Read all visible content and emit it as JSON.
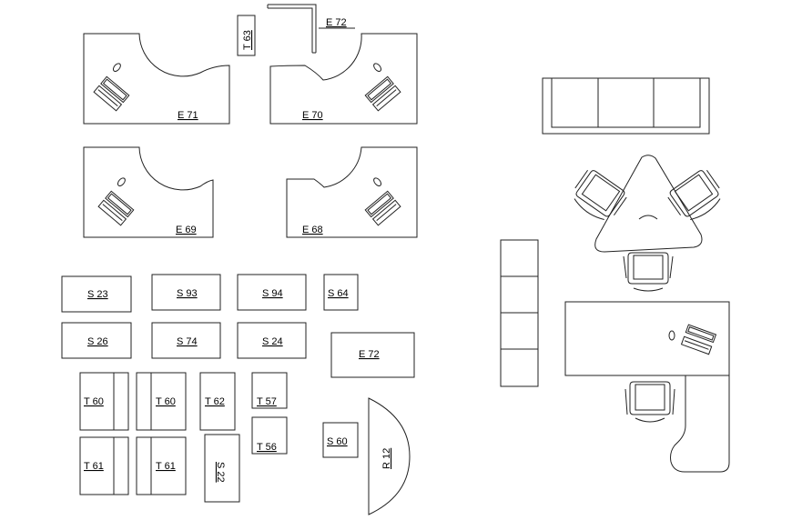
{
  "drawing": {
    "stroke_color": "#222222",
    "background": "#ffffff"
  },
  "labels": {
    "e71": "E 71",
    "e70": "E 70",
    "e72_top": "E 72",
    "t63": "T 63",
    "e69": "E 69",
    "e68": "E 68",
    "s23": "S 23",
    "s93": "S 93",
    "s94": "S 94",
    "s64": "S 64",
    "s26": "S 26",
    "s74": "S 74",
    "s24": "S 24",
    "e72": "E 72",
    "t60a": "T 60",
    "t60b": "T 60",
    "t62": "T 62",
    "t57": "T 57",
    "t56": "T 56",
    "s60": "S 60",
    "r12": "R 12",
    "t61a": "T 61",
    "t61b": "T 61",
    "s22": "S 22"
  }
}
